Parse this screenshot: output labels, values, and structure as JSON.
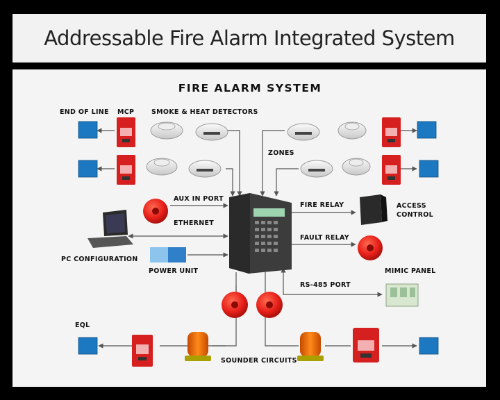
{
  "header": {
    "title": "Addressable Fire Alarm Integrated System"
  },
  "diagram": {
    "title": "FIRE ALARM SYSTEM",
    "labels": {
      "end_of_line": "END OF LINE",
      "mcp": "MCP",
      "smoke_heat": "SMOKE & HEAT DETECTORS",
      "zones": "ZONES",
      "aux_in_port": "AUX IN PORT",
      "ethernet": "ETHERNET",
      "fire_relay": "FIRE RELAY",
      "access_control_1": "ACCESS",
      "access_control_2": "CONTROL",
      "fault_relay": "FAULT RELAY",
      "pc_configuration": "PC CONFIGURATION",
      "power_unit": "POWER UNIT",
      "rs485": "RS-485 PORT",
      "mimic_panel": "MIMIC PANEL",
      "eql": "EQL",
      "sounder_circuits": "SOUNDER CIRCUITS"
    }
  },
  "colors": {
    "line": "#555555",
    "eol_box": "#1c78c0",
    "mcp_red": "#d62020",
    "bell_red": "#e8201a"
  }
}
